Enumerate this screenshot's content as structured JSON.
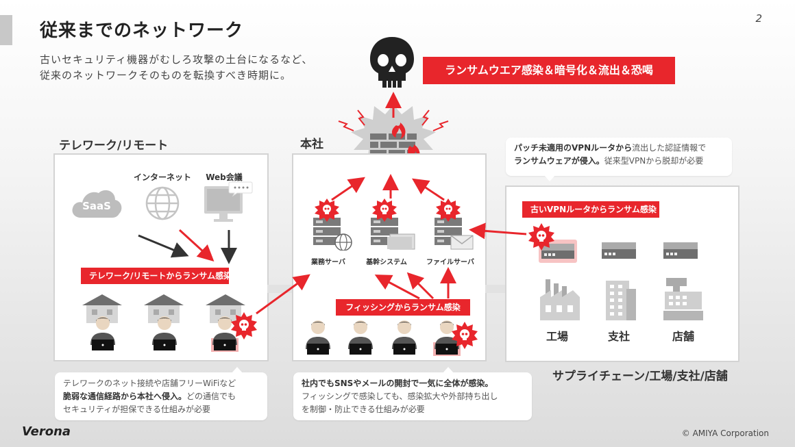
{
  "slide": {
    "page_number": "2",
    "title": "従来までのネットワーク",
    "subtitle_line1": "古いセキュリティ機器がむしろ攻撃の土台になるなど、",
    "subtitle_line2": "従来のネットワークそのものを転換すべき時期に。"
  },
  "threat": {
    "label": "ランサムウエア感染＆暗号化＆流出＆恐喝"
  },
  "telework": {
    "section_label": "テレワーク/リモート",
    "saas": "SaaS",
    "internet": "インターネット",
    "web_meeting": "Web会議",
    "infection_label": "テレワーク/リモートからランサム感染",
    "note_line1": "テレワークのネット接続や店舗フリーWiFiなど",
    "note_bold": "脆弱な通信経路から本社へ侵入。",
    "note_line2_rest": "どの通信でも",
    "note_line3": "セキュリティが担保できる仕組みが必要"
  },
  "hq": {
    "section_label": "本社",
    "server1": "業務サーバ",
    "server2": "基幹システム",
    "server3": "ファイルサーバ",
    "infection_label": "フィッシングからランサム感染",
    "note_bold": "社内でもSNSやメールの開封で一気に全体が感染。",
    "note_line2": "フィッシングで感染しても、感染拡大や外部持ち出し",
    "note_line3": "を制御・防止できる仕組みが必要"
  },
  "supply": {
    "note_bold1": "パッチ未適用のVPNルータから",
    "note_rest1": "流出した認証情報で",
    "note_bold2": "ランサムウェアが侵入。",
    "note_rest2": "従来型VPNから脱却が必要",
    "infection_label": "古いVPNルータからランサム感染",
    "factory": "工場",
    "branch": "支社",
    "store": "店舗",
    "section_label": "サプライチェーン/工場/支社/店舗"
  },
  "footer": {
    "logo": "Verona",
    "copyright": "© AMIYA Corporation"
  },
  "colors": {
    "accent_red": "#e8262c",
    "panel_border": "#d3d3d3",
    "icon_gray": "#8c8c8c"
  }
}
